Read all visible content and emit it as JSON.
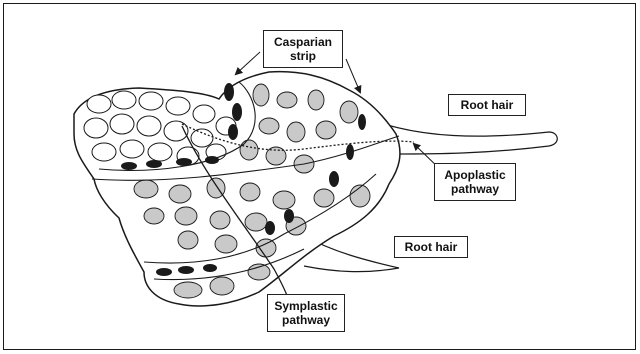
{
  "figure": {
    "labels": {
      "casparian": "Casparian\nstrip",
      "root_hair_top": "Root hair",
      "apoplastic": "Apoplastic\npathway",
      "root_hair_bottom": "Root hair",
      "symplastic": "Symplastic\npathway"
    },
    "colors": {
      "background": "#ffffff",
      "outline": "#1a1a1a",
      "cell_fill": "#c9c9c9",
      "casparian_fill": "#1a1a1a"
    }
  }
}
